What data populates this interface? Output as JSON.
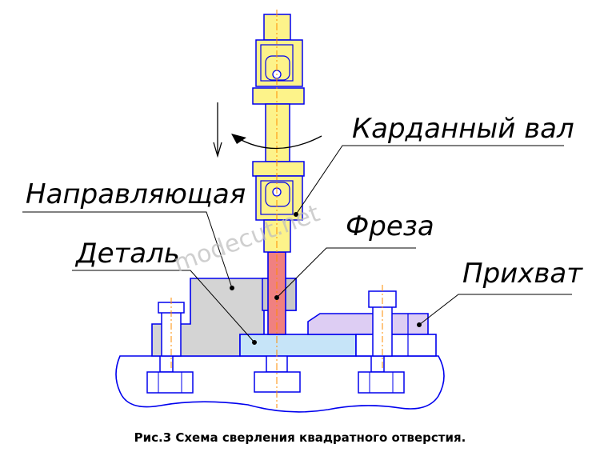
{
  "labels": {
    "cardan_shaft": "Карданный вал",
    "guide": "Направляющая",
    "cutter": "Фреза",
    "part": "Деталь",
    "clamp": "Прихват"
  },
  "watermark": "modecut.net",
  "caption": "Рис.3 Схема сверления квадратного отверстия.",
  "colors": {
    "outline": "#0000ee",
    "shaft": "#fdf38a",
    "guide": "#d4d4d4",
    "part": "#c6e4f8",
    "cutter": "#f08080",
    "clamp": "#ddcdf3",
    "bolt": "#ffffff",
    "center_line": "#ff8c00"
  }
}
